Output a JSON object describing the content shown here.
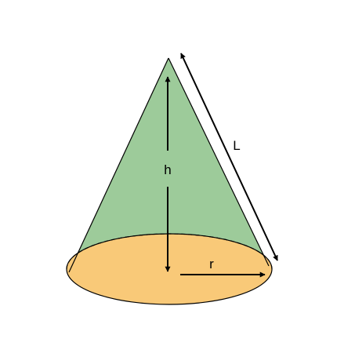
{
  "labels": {
    "height": "h",
    "slant_height": "L",
    "radius": "r"
  },
  "colors": {
    "cone_surface": "#9dcb9a",
    "cone_base": "#f9c978",
    "outline": "#000000",
    "background": "#ffffff"
  }
}
